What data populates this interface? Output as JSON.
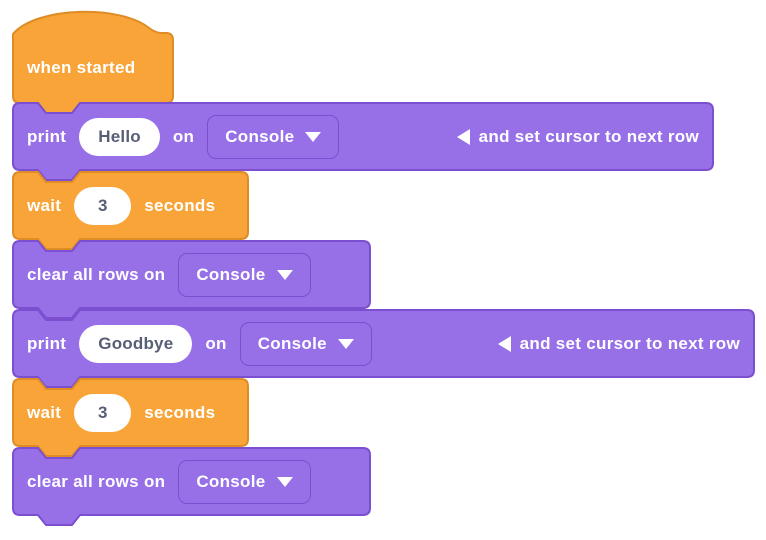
{
  "palette": {
    "orange_fill": "#F9A438",
    "orange_stroke": "#DE8C26",
    "purple_fill": "#9770E8",
    "purple_stroke": "#7C4FD0",
    "field_bg": "#FFFFFF",
    "field_text": "#575E75",
    "label_text": "#FFFFFF",
    "dropdown_border": "#7C4FD0"
  },
  "blocks": [
    {
      "kind": "hat",
      "label": "when started"
    },
    {
      "kind": "print",
      "print_label": "print",
      "value": "Hello",
      "on_label": "on",
      "dropdown": "Console",
      "collapse_suffix": "and set cursor to next row"
    },
    {
      "kind": "wait",
      "wait_label": "wait",
      "value": "3",
      "seconds_label": "seconds"
    },
    {
      "kind": "clear",
      "label": "clear all rows on",
      "dropdown": "Console"
    },
    {
      "kind": "print",
      "print_label": "print",
      "value": "Goodbye",
      "on_label": "on",
      "dropdown": "Console",
      "collapse_suffix": "and set cursor to next row"
    },
    {
      "kind": "wait",
      "wait_label": "wait",
      "value": "3",
      "seconds_label": "seconds"
    },
    {
      "kind": "clear",
      "label": "clear all rows on",
      "dropdown": "Console"
    }
  ]
}
